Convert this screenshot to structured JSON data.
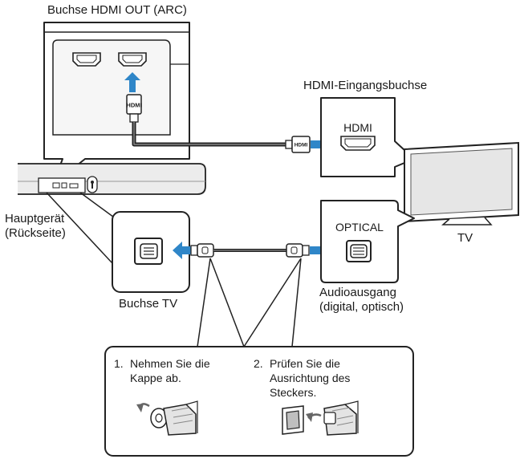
{
  "labels": {
    "hdmi_out_arc": "Buchse HDMI OUT (ARC)",
    "hdmi_input": "HDMI-Eingangsbuchse",
    "hdmi_port_text": "HDMI",
    "plug_hdmi": "HDMI",
    "optical_port_text": "OPTICAL",
    "main_unit_line1": "Hauptgerät",
    "main_unit_line2": "(Rückseite)",
    "tv": "TV",
    "buchse_tv": "Buchse TV",
    "audio_out_line1": "Audioausgang",
    "audio_out_line2": "(digital, optisch)"
  },
  "steps": [
    {
      "number": "1.",
      "line1": "Nehmen Sie die",
      "line2": "Kappe ab.",
      "line3": ""
    },
    {
      "number": "2.",
      "line1": "Prüfen Sie die",
      "line2": "Ausrichtung des",
      "line3": "Steckers."
    }
  ],
  "colors": {
    "arrow_blue": "#2f86c8",
    "line": "#222222",
    "port_fill": "#ffffff"
  }
}
